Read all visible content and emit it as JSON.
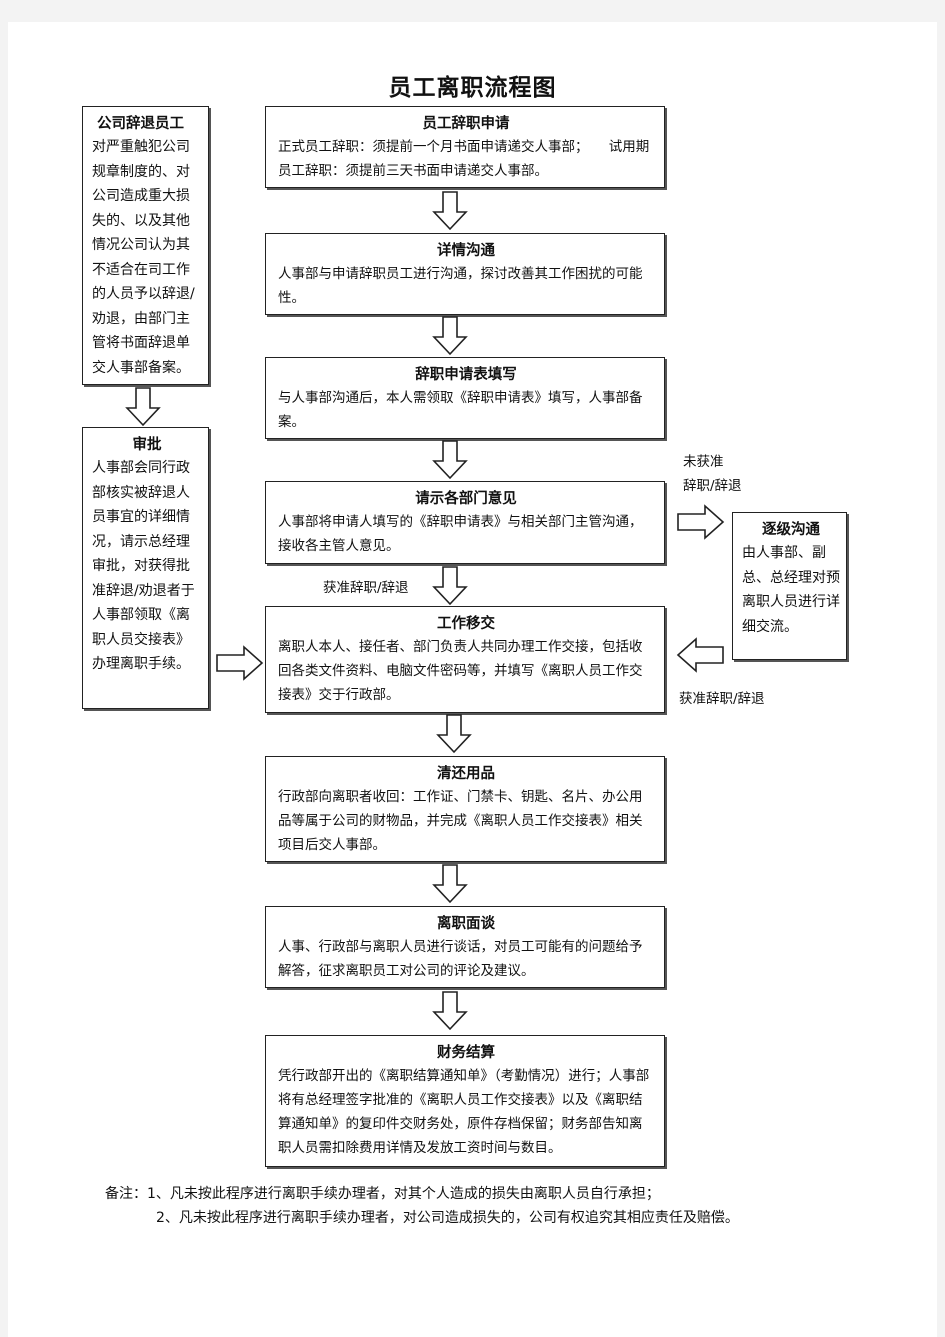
{
  "title": "员工离职流程图",
  "steps": [
    {
      "title": "员工辞职申请",
      "body": "正式员工辞职：须提前一个月书面申请递交人事部；　　试用期员工辞职：须提前三天书面申请递交人事部。"
    },
    {
      "title": "详情沟通",
      "body": "人事部与申请辞职员工进行沟通，探讨改善其工作困扰的可能性。"
    },
    {
      "title": "辞职申请表填写",
      "body": "与人事部沟通后，本人需领取《辞职申请表》填写，人事部备案。"
    },
    {
      "title": "请示各部门意见",
      "body": "人事部将申请人填写的《辞职申请表》与相关部门主管沟通，接收各主管人意见。"
    },
    {
      "title": "工作移交",
      "body": "离职人本人、接任者、部门负责人共同办理工作交接，包括收回各类文件资料、电脑文件密码等，并填写《离职人员工作交接表》交于行政部。"
    },
    {
      "title": "清还用品",
      "body": "行政部向离职者收回：工作证、门禁卡、钥匙、名片、办公用品等属于公司的财物品，并完成《离职人员工作交接表》相关项目后交人事部。"
    },
    {
      "title": "离职面谈",
      "body": "人事、行政部与离职人员进行谈话，对员工可能有的问题给予解答，征求离职员工对公司的评论及建议。"
    },
    {
      "title": "财务结算",
      "body": "凭行政部开出的《离职结算通知单》（考勤情况）进行；人事部将有总经理签字批准的《离职人员工作交接表》以及《离职结算通知单》的复印件交财务处，原件存档保留；财务部告知离职人员需扣除费用详情及发放工资时间与数目。"
    }
  ],
  "dismissal": {
    "title": "公司辞退员工",
    "body": "对严重触犯公司规章制度的、对公司造成重大损失的、以及其他情况公司认为其不适合在司工作的人员予以辞退/劝退，由部门主管将书面辞退单交人事部备案。"
  },
  "approval": {
    "title": "审批",
    "body": "人事部会同行政部核实被辞退人员事宜的详细情况，请示总经理审批，对获得批准辞退/劝退者于人事部领取《离职人员交接表》办理离职手续。"
  },
  "escalate": {
    "title": "逐级沟通",
    "body": "由人事部、副总、总经理对预离职人员进行详细交流。"
  },
  "labels": {
    "not_approved_1": "未获准",
    "not_approved_2": "辞职/辞退",
    "approved_center": "获准辞职/辞退",
    "approved_right": "获准辞职/辞退"
  },
  "notes": {
    "note1": "备注：1、凡未按此程序进行离职手续办理者，对其个人造成的损失由离职人员自行承担；",
    "note2": "2、凡未按此程序进行离职手续办理者，对公司造成损失的，公司有权追究其相应责任及赔偿。"
  }
}
